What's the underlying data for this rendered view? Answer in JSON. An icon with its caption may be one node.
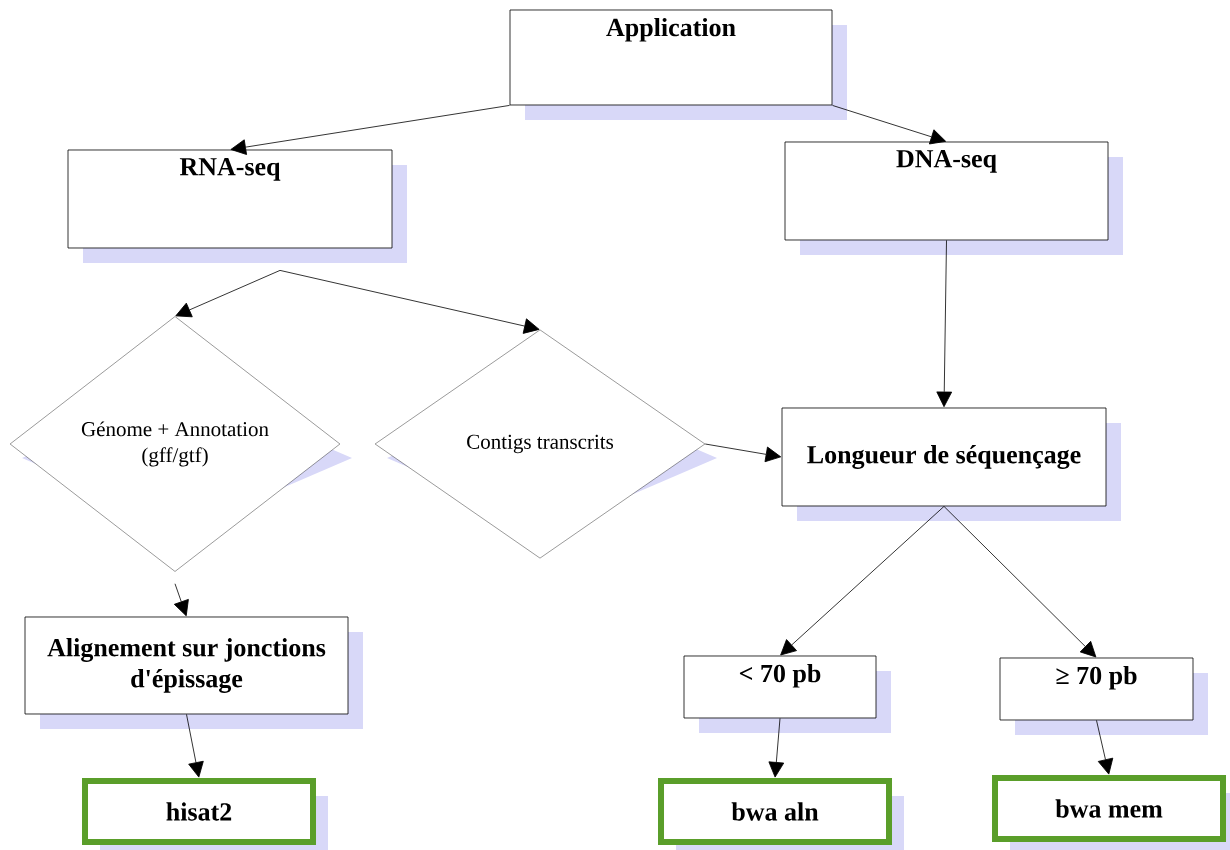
{
  "diagram": {
    "nodes": [
      {
        "text": [
          "Application"
        ]
      },
      {
        "text": [
          "RNA-seq"
        ]
      },
      {
        "text": [
          "DNA-seq"
        ]
      },
      {
        "text": [
          "Génome + Annotation (gff/gtf)"
        ]
      },
      {
        "text": [
          "Contigs transcrits"
        ]
      },
      {
        "text": [
          "Longueur de séquençage"
        ]
      },
      {
        "text": [
          "Alignement sur jonctions d'épissage"
        ]
      },
      {
        "text": [
          "< 70 pb"
        ]
      },
      {
        "text": [
          "≥ 70 pb"
        ]
      },
      {
        "text": [
          "hisat2"
        ]
      },
      {
        "text": [
          "bwa aln"
        ]
      },
      {
        "text": [
          "bwa mem"
        ]
      }
    ],
    "edges": [
      {
        "from": 0,
        "to": 1,
        "arrow": "to"
      },
      {
        "from": 0,
        "to": 2,
        "arrow": "to"
      },
      {
        "from": 1,
        "to": 3,
        "arrow": "to"
      },
      {
        "from": 1,
        "to": 4,
        "arrow": "to"
      },
      {
        "from": 2,
        "to": 5,
        "arrow": "to"
      },
      {
        "from": 4,
        "to": 5,
        "arrow": "to"
      },
      {
        "from": 3,
        "to": 6,
        "arrow": "to"
      },
      {
        "from": 5,
        "to": 7,
        "arrow": "to"
      },
      {
        "from": 5,
        "to": 8,
        "arrow": "to"
      },
      {
        "from": 6,
        "to": 9,
        "arrow": "to"
      },
      {
        "from": 7,
        "to": 10,
        "arrow": "to"
      },
      {
        "from": 8,
        "to": 11,
        "arrow": "to"
      }
    ]
  }
}
